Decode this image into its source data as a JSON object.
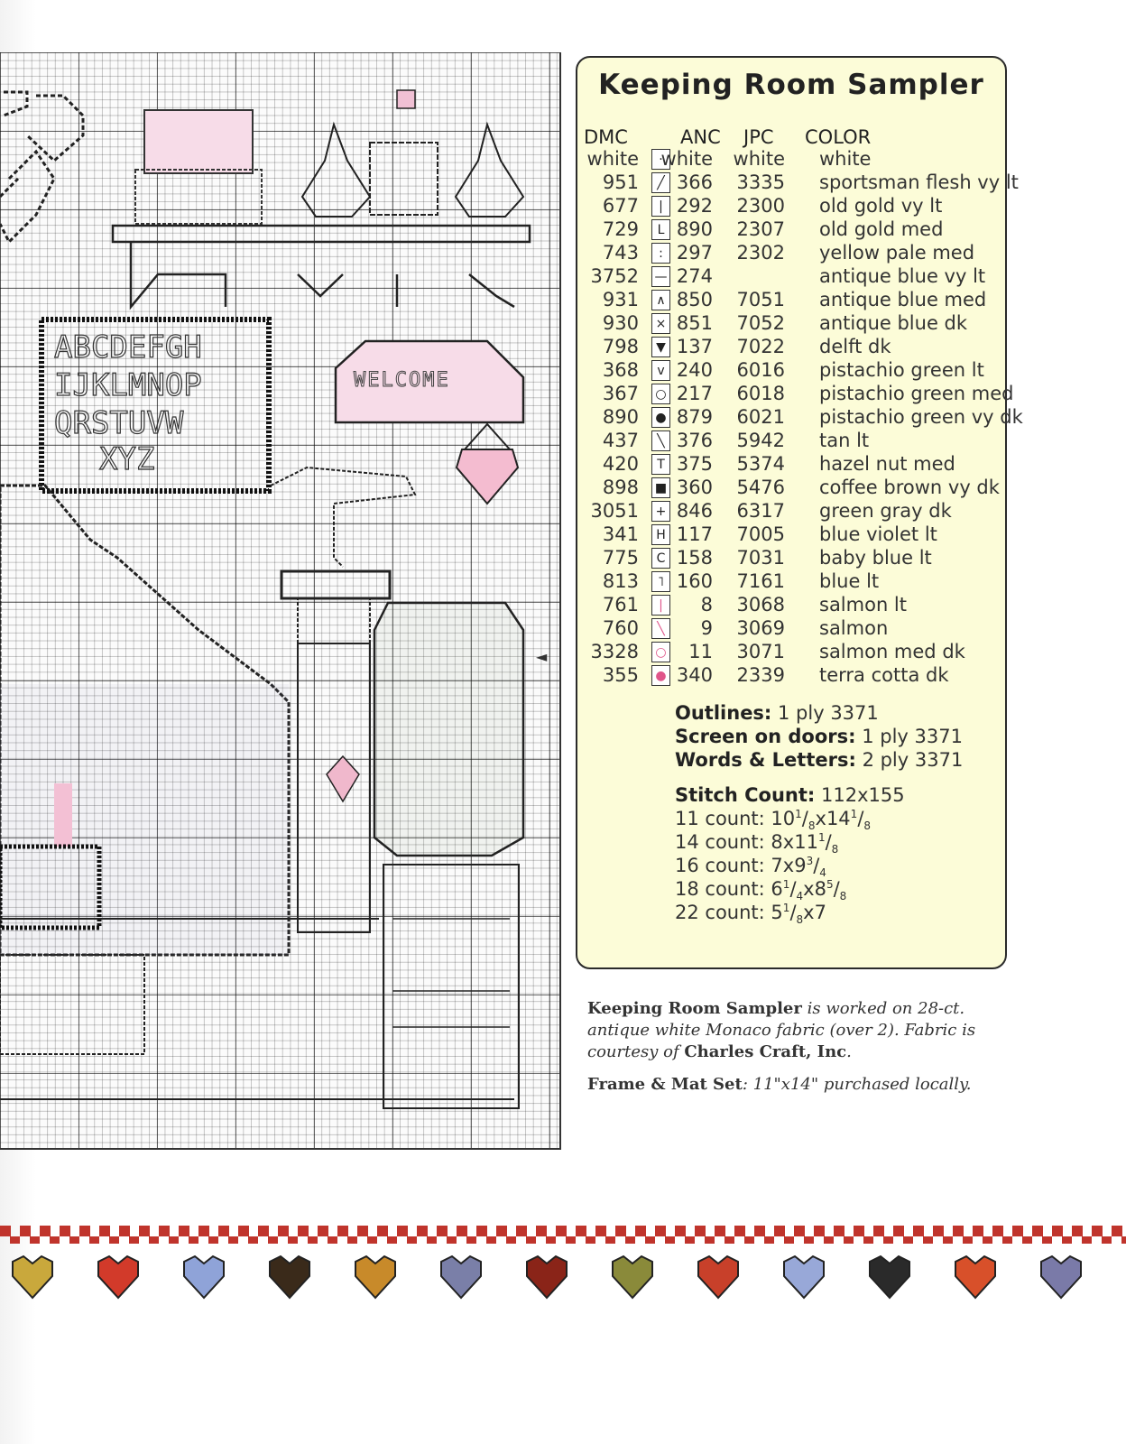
{
  "key": {
    "title": "Keeping Room Sampler",
    "headers": {
      "dmc": "DMC",
      "anc": "ANC",
      "jpc": "JPC",
      "color": "COLOR"
    },
    "rows": [
      {
        "dmc": "white",
        "sym": "·",
        "anc": "white",
        "jpc": "white",
        "color": "white"
      },
      {
        "dmc": "951",
        "sym": "╱",
        "anc": "366",
        "jpc": "3335",
        "color": "sportsman flesh vy lt"
      },
      {
        "dmc": "677",
        "sym": "|",
        "anc": "292",
        "jpc": "2300",
        "color": "old gold vy lt"
      },
      {
        "dmc": "729",
        "sym": "L",
        "anc": "890",
        "jpc": "2307",
        "color": "old gold med"
      },
      {
        "dmc": "743",
        "sym": ":",
        "anc": "297",
        "jpc": "2302",
        "color": "yellow pale med"
      },
      {
        "dmc": "3752",
        "sym": "—",
        "anc": "274",
        "jpc": "",
        "color": "antique blue vy lt"
      },
      {
        "dmc": "931",
        "sym": "∧",
        "anc": "850",
        "jpc": "7051",
        "color": "antique blue med"
      },
      {
        "dmc": "930",
        "sym": "×",
        "anc": "851",
        "jpc": "7052",
        "color": "antique blue dk"
      },
      {
        "dmc": "798",
        "sym": "▼",
        "anc": "137",
        "jpc": "7022",
        "color": "delft dk"
      },
      {
        "dmc": "368",
        "sym": "v",
        "anc": "240",
        "jpc": "6016",
        "color": "pistachio green lt"
      },
      {
        "dmc": "367",
        "sym": "○",
        "anc": "217",
        "jpc": "6018",
        "color": "pistachio green med"
      },
      {
        "dmc": "890",
        "sym": "●",
        "anc": "879",
        "jpc": "6021",
        "color": "pistachio green vy dk"
      },
      {
        "dmc": "437",
        "sym": "╲",
        "anc": "376",
        "jpc": "5942",
        "color": "tan lt"
      },
      {
        "dmc": "420",
        "sym": "T",
        "anc": "375",
        "jpc": "5374",
        "color": "hazel nut med"
      },
      {
        "dmc": "898",
        "sym": "■",
        "anc": "360",
        "jpc": "5476",
        "color": "coffee brown vy dk"
      },
      {
        "dmc": "3051",
        "sym": "+",
        "anc": "846",
        "jpc": "6317",
        "color": "green gray dk"
      },
      {
        "dmc": "341",
        "sym": "H",
        "anc": "117",
        "jpc": "7005",
        "color": "blue violet lt"
      },
      {
        "dmc": "775",
        "sym": "C",
        "anc": "158",
        "jpc": "7031",
        "color": "baby blue lt"
      },
      {
        "dmc": "813",
        "sym": "˥",
        "anc": "160",
        "jpc": "7161",
        "color": "blue lt"
      },
      {
        "dmc": "761",
        "sym": "|",
        "anc": "8",
        "jpc": "3068",
        "color": "salmon lt"
      },
      {
        "dmc": "760",
        "sym": "╲",
        "anc": "9",
        "jpc": "3069",
        "color": "salmon"
      },
      {
        "dmc": "3328",
        "sym": "○",
        "anc": "11",
        "jpc": "3071",
        "color": "salmon med dk"
      },
      {
        "dmc": "355",
        "sym": "●",
        "anc": "340",
        "jpc": "2339",
        "color": "terra cotta dk"
      }
    ],
    "outlines_label": "Outlines:",
    "outlines_value": "1 ply 3371",
    "screen_label": "Screen on doors:",
    "screen_value": "1 ply 3371",
    "words_label": "Words & Letters:",
    "words_value": "2 ply 3371",
    "stitch_label": "Stitch Count:",
    "stitch_value": "112x155",
    "counts": [
      {
        "label": "11 count:",
        "w": "10",
        "wn": "1",
        "wd": "8",
        "h": "14",
        "hn": "1",
        "hd": "8"
      },
      {
        "label": "14 count:",
        "w": "8",
        "wn": "",
        "wd": "",
        "h": "11",
        "hn": "1",
        "hd": "8"
      },
      {
        "label": "16 count:",
        "w": "7",
        "wn": "",
        "wd": "",
        "h": "9",
        "hn": "3",
        "hd": "4"
      },
      {
        "label": "18 count:",
        "w": "6",
        "wn": "1",
        "wd": "4",
        "h": "8",
        "hn": "5",
        "hd": "8"
      },
      {
        "label": "22 count:",
        "w": "5",
        "wn": "1",
        "wd": "8",
        "h": "7",
        "hn": "",
        "hd": ""
      }
    ]
  },
  "note": {
    "name": "Keeping Room Sampler",
    "text1": " is worked on 28-ct. antique white Monaco fabric (over 2). Fabric is courtesy of ",
    "company": "Charles Craft, Inc",
    "text2": ".",
    "frame_label": "Frame & Mat Set",
    "frame_text": ": 11\"x14\" purchased locally."
  },
  "chart_words": {
    "alphabet_row1": "ABCDEFGH",
    "alphabet_row2": "IJKLMNOP",
    "alphabet_row3": "QRSTUVW",
    "alphabet_row4": "XYZ",
    "welcome": "WELCOME"
  },
  "colors": {
    "key_bg": "#fcfcd8",
    "border_red": "#c0342c",
    "pink": "#e0558a"
  },
  "heart_colors": [
    "#c9a83c",
    "#d23a2a",
    "#8fa3d8",
    "#3a2a1a",
    "#c88a2a",
    "#7a7fa8",
    "#8a2418",
    "#8a8a3a",
    "#c8402a",
    "#98a8d8",
    "#2a2a2a",
    "#d8502a",
    "#7a7aa8"
  ]
}
